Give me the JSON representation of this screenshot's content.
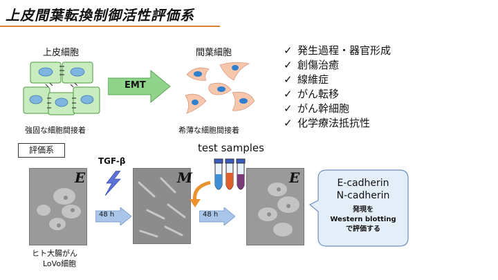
{
  "title": "上皮間葉転換制御活性評価系",
  "epithelial": {
    "heading": "上皮細胞",
    "caption": "強固な細胞間接着"
  },
  "mesenchymal": {
    "heading": "間葉細胞",
    "caption": "希薄な細胞間接着"
  },
  "emt_label": "EMT",
  "features": [
    "発生過程・器官形成",
    "創傷治癒",
    "線維症",
    "がん転移",
    "がん幹細胞",
    "化学療法抵抗性"
  ],
  "check_mark": "✓",
  "eval_label": "評価系",
  "tgf_label": "TGF-β",
  "test_samples_label": "test samples",
  "panels": [
    {
      "label": "E",
      "time": ""
    },
    {
      "label": "M",
      "time": "48 h"
    },
    {
      "label": "E",
      "time": "48 h"
    }
  ],
  "cell_line": {
    "line1": "ヒト大腸がん",
    "line2": "LoVo細胞"
  },
  "bubble": {
    "marker1": "E-cadherin",
    "marker2": "N-cadherin",
    "note1": "発現を",
    "note2": "Western blotting",
    "note3": "で評価する"
  },
  "colors": {
    "title_underline": "#d9822b",
    "epi_fill": "#c8ecc0",
    "epi_stroke": "#4a9a3c",
    "nucleus": "#7fb6e0",
    "mes_fill": "#f6c6ad",
    "mes_nucleus": "#2f7fd0",
    "emt_arrow": "#8fd48a",
    "time_arrow": "#a9c6ea",
    "bubble_fill": "#e4eef9",
    "bubble_stroke": "#6a8fc0",
    "lightning": "#5b73d6"
  }
}
